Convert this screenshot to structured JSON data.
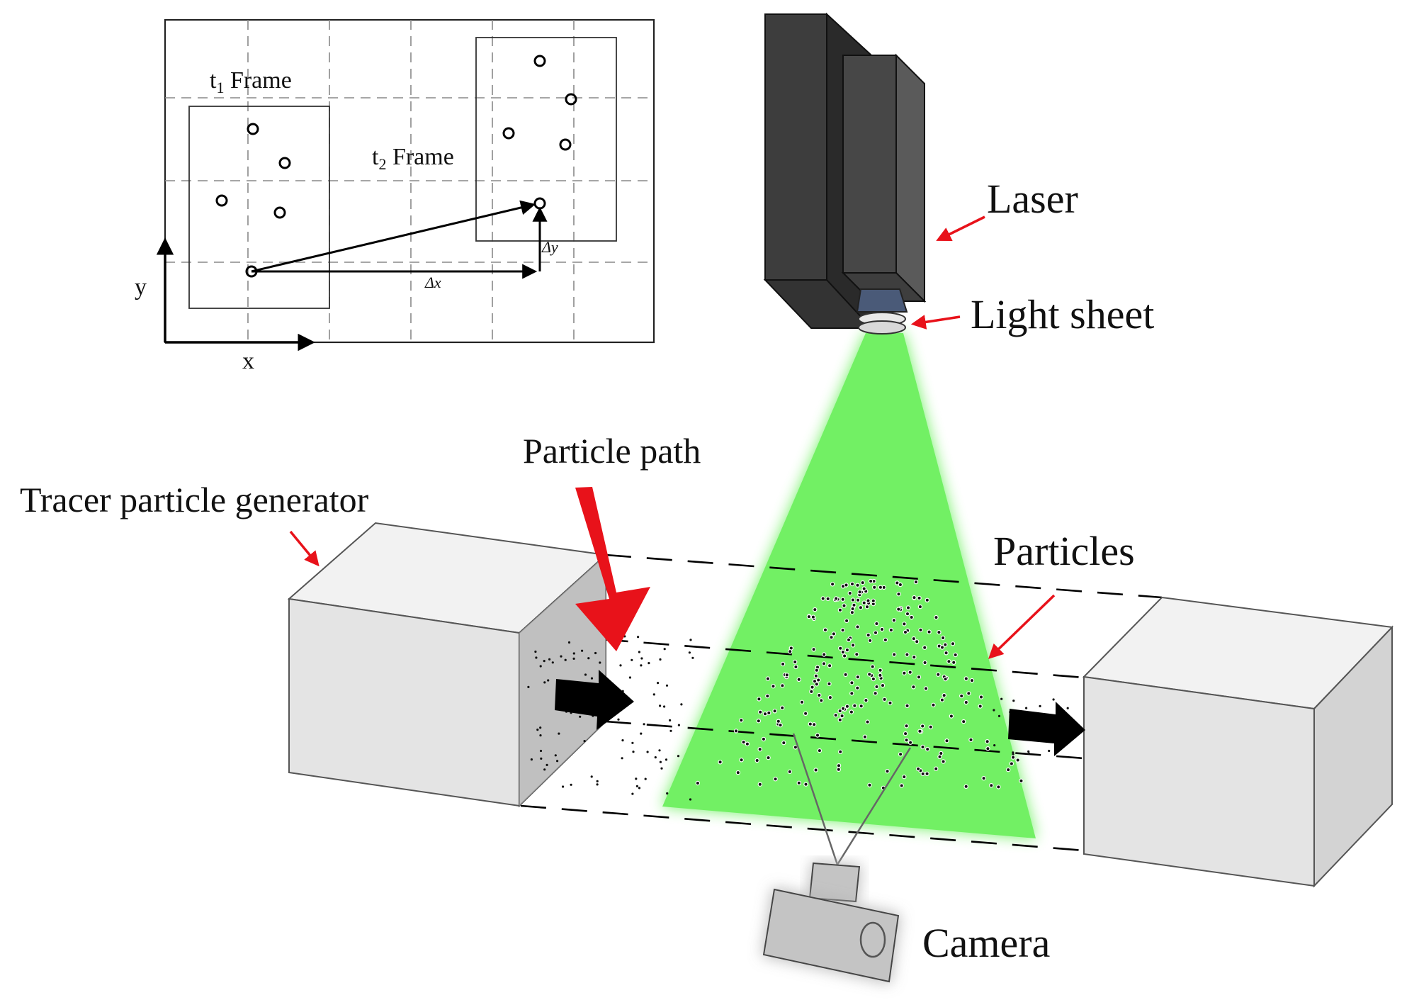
{
  "figure": {
    "inset": {
      "t1_label": "t",
      "t1_sub": "1",
      "t1_suffix": " Frame",
      "t2_label": "t",
      "t2_sub": "2",
      "t2_suffix": " Frame",
      "axis_x": "x",
      "axis_y": "y",
      "dx": "Δx",
      "dy": "Δy"
    },
    "labels": {
      "laser": "Laser",
      "light_sheet": "Light sheet",
      "particle_path": "Particle path",
      "tracer_generator": "Tracer particle generator",
      "particles": "Particles",
      "camera": "Camera"
    },
    "colors": {
      "laser_body": "#3a3a3a",
      "light_sheet": "#6ef060",
      "box_face": "#e4e4e4",
      "annotation_arrow": "#e8121a",
      "flow_arrow": "#000000"
    }
  }
}
